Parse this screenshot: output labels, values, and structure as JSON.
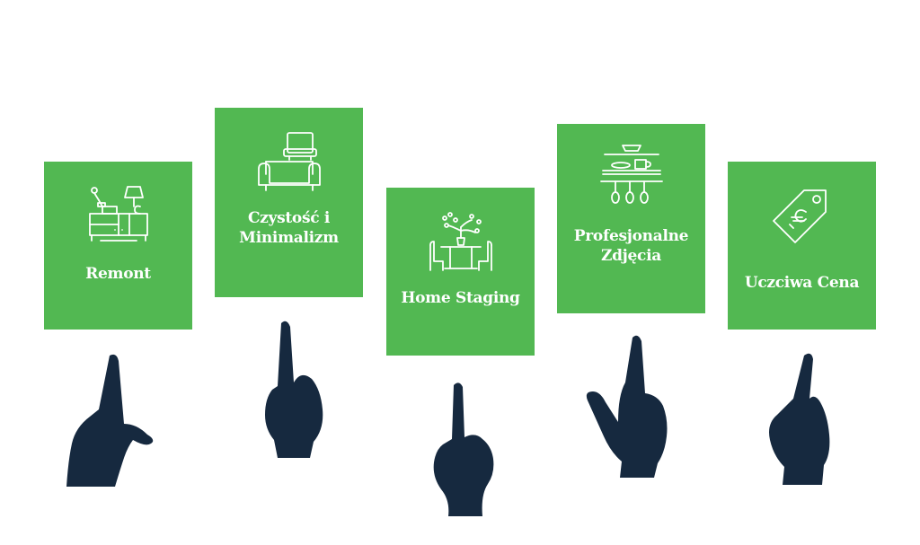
{
  "colors": {
    "card_background": "#52b852",
    "card_text": "#ffffff",
    "hand": "#16293f",
    "page_background": "#ffffff"
  },
  "cards": [
    {
      "label": "Remont",
      "icon": "furniture-icon"
    },
    {
      "label": "Czystość i\nMinimalizm",
      "icon": "sofa-armchair-icon"
    },
    {
      "label": "Home Staging",
      "icon": "dining-table-icon"
    },
    {
      "label": "Profesjonalne\nZdjęcia",
      "icon": "kitchen-shelf-icon"
    },
    {
      "label": "Uczciwa Cena",
      "icon": "price-tag-icon"
    }
  ]
}
